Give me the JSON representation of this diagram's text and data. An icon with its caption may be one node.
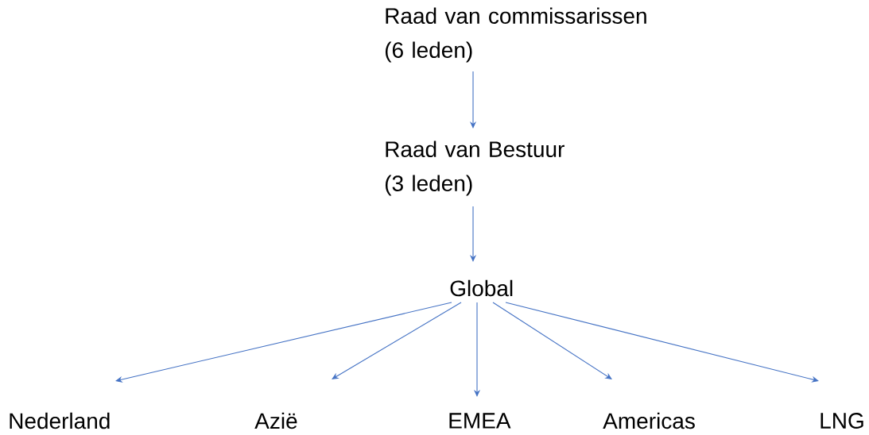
{
  "diagram": {
    "nodes": [
      {
        "text": [
          "Raad van commissarissen (6 leden)"
        ]
      },
      {
        "text": [
          "Raad van Bestuur (3 leden)"
        ]
      },
      {
        "text": [
          "Global"
        ]
      },
      {
        "text": [
          "Nederland"
        ]
      },
      {
        "text": [
          "Azië"
        ]
      },
      {
        "text": [
          "EMEA"
        ]
      },
      {
        "text": [
          "Americas"
        ]
      },
      {
        "text": [
          "LNG"
        ]
      }
    ],
    "edges": [
      {
        "from": 0,
        "to": 1,
        "arrow": "to"
      },
      {
        "from": 1,
        "to": 2,
        "arrow": "to"
      },
      {
        "from": 2,
        "to": 3,
        "arrow": "to"
      },
      {
        "from": 2,
        "to": 4,
        "arrow": "to"
      },
      {
        "from": 2,
        "to": 5,
        "arrow": "to"
      },
      {
        "from": 2,
        "to": 6,
        "arrow": "to"
      },
      {
        "from": 2,
        "to": 7,
        "arrow": "to"
      }
    ]
  }
}
